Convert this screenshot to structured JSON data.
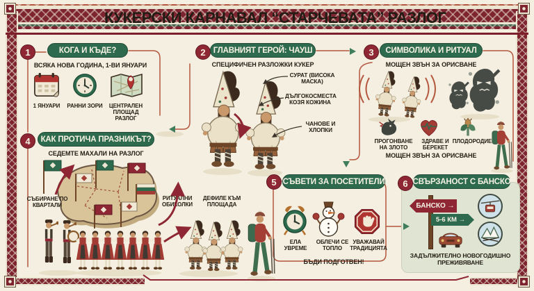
{
  "title": "КУКЕРСКИ КАРНАВАЛ “СТАРЧЕВАТА” РАЗЛОГ",
  "colors": {
    "background": "#f4efe0",
    "accent_red": "#8e2733",
    "accent_green": "#2e6a4e",
    "connector_line": "#b4573f",
    "panel_sage": "#dfe4d3"
  },
  "sections": {
    "s1": {
      "number": "1",
      "title": "КОГА И КЪДЕ?",
      "subtitle": "ВСЯКА НОВА ГОДИНА, 1-ВИ ЯНУАРИ",
      "items": [
        {
          "icon": "calendar-icon",
          "label": "1 ЯНУАРИ"
        },
        {
          "icon": "clock-icon",
          "label": "РАННИ ЗОРИ"
        },
        {
          "icon": "map-icon",
          "label": "ЦЕНТРАЛЕН ПЛОЩАД РАЗЛОГ"
        }
      ]
    },
    "s2": {
      "number": "2",
      "title": "ГЛАВНИЯТ ГЕРОЙ: ЧАУШ",
      "subtitle": "СПЕЦИФИЧЕН РАЗЛОЖКИ КУКЕР",
      "callouts": [
        "СУРАТ (ВИСОКА МАСКА)",
        "ДЪЛГОКОСМЕСТА КОЗЯ КОЖИНА",
        "ЧАНОВЕ И ХЛОПКИ"
      ]
    },
    "s3": {
      "number": "3",
      "title": "СИМВОЛИКА И РИТУАЛ",
      "subtitle": "МОЩЕН ЗВЪН ЗА ОРИСВАНЕ",
      "items": [
        {
          "icon": "banish-evil-icon",
          "label": "ПРОГОНВАНЕ НА ЗЛОТО"
        },
        {
          "icon": "heart-icon",
          "label": "ЗДРАВЕ И БЕРЕКЕТ"
        },
        {
          "icon": "fertility-plant-icon",
          "label": "ПЛОДОРОДИЕ"
        }
      ],
      "footer": "МОЩЕН ЗВЪН ЗА ОРИСВАНЕ"
    },
    "s4": {
      "number": "4",
      "title": "КАК ПРОТИЧА ПРАЗНИКЪТ?",
      "subtitle": "СЕДЕМТЕ МАХАЛИ НА РАЗЛОГ",
      "steps": [
        "СЪБИРАНЕ ПО КВАРТАЛИ",
        "РИТУАЛНИ ОБИКОЛКИ",
        "ДЕФИЛЕ КЪМ ПЛОЩАДА"
      ]
    },
    "s5": {
      "number": "5",
      "title": "СЪВЕТИ ЗА ПОСЕТИТЕЛИ",
      "items": [
        {
          "icon": "alarm-clock-icon",
          "label": "ЕЛА УВРЕМЕ"
        },
        {
          "icon": "snowman-icon",
          "label": "ОБЛЕЧИ СЕ ТОПЛО"
        },
        {
          "icon": "stop-hand-icon",
          "label": "УВАЖАВАЙ ТРАДИЦИЯТА"
        }
      ],
      "footer": "БЪДИ ПОДГОТВЕН!"
    },
    "s6": {
      "number": "6",
      "title": "СВЪРЗАНОСТ С БАНСКО",
      "signs": [
        "БАНСКО →",
        "5-6 КМ →"
      ],
      "footer": "ЗАДЪЛЖИТЕЛНО НОВОГОДИШНО ПРЕЖИВЯВАНЕ"
    }
  }
}
